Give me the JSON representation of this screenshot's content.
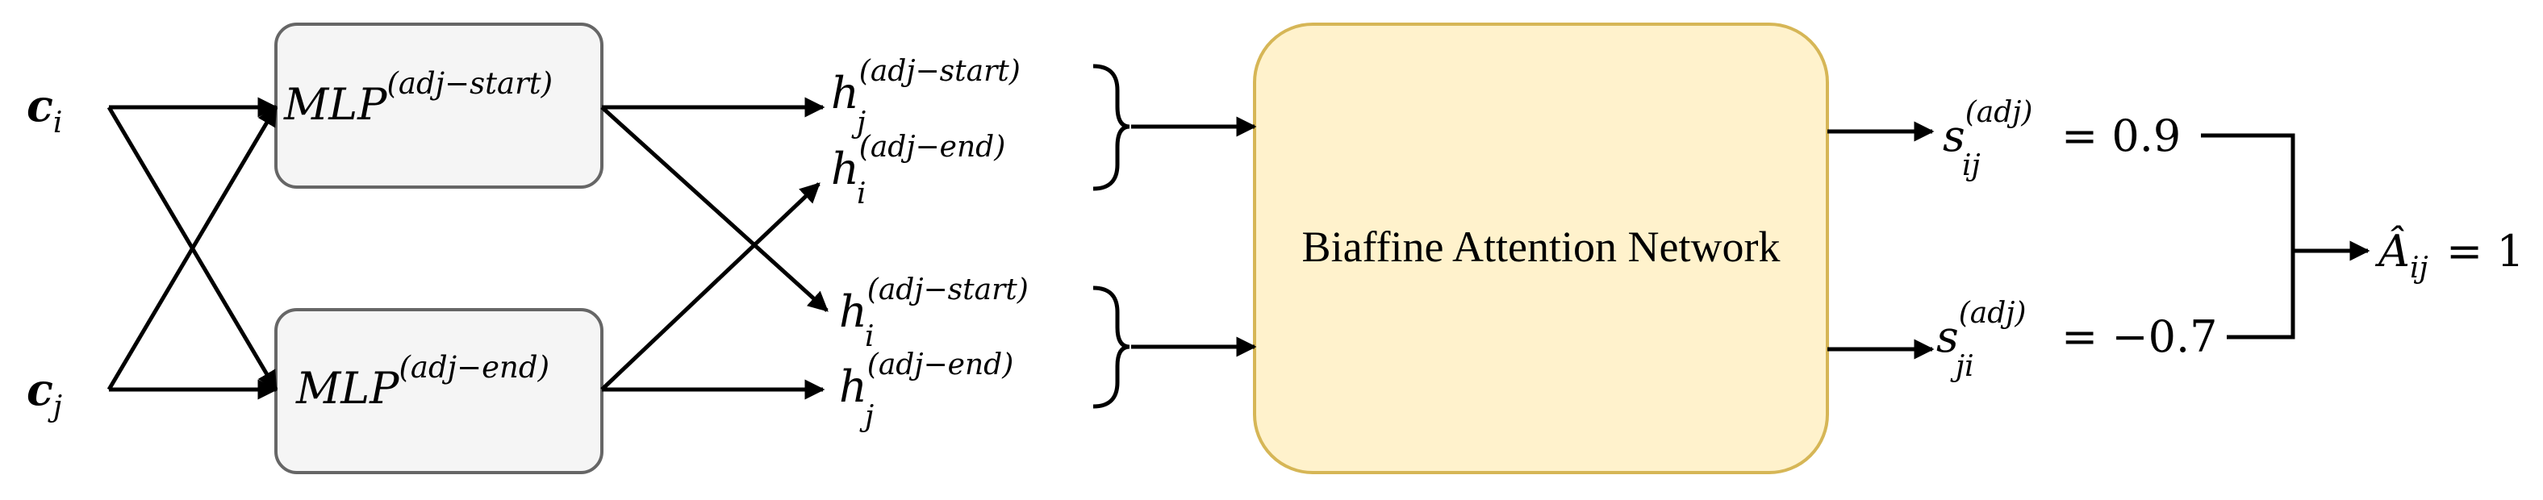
{
  "inputs": {
    "ci": {
      "base": "c",
      "sub": "i"
    },
    "cj": {
      "base": "c",
      "sub": "j"
    }
  },
  "mlps": {
    "start": {
      "base": "MLP",
      "sup": "(adj−start)"
    },
    "end": {
      "base": "MLP",
      "sup": "(adj−end)"
    }
  },
  "hidden": {
    "hj_start": {
      "base": "h",
      "sub": "j",
      "sup": "(adj−start)"
    },
    "hi_end": {
      "base": "h",
      "sub": "i",
      "sup": "(adj−end)"
    },
    "hi_start": {
      "base": "h",
      "sub": "i",
      "sup": "(adj−start)"
    },
    "hj_end": {
      "base": "h",
      "sub": "j",
      "sup": "(adj−end)"
    }
  },
  "biaffine": {
    "label": "Biaffine Attention Network"
  },
  "scores": {
    "s_ij": {
      "base": "s",
      "sub": "ij",
      "sup": "(adj)",
      "value": "= 0.9"
    },
    "s_ji": {
      "base": "s",
      "sub": "ji",
      "sup": "(adj)",
      "value": "= −0.7"
    }
  },
  "output": {
    "base": "Â",
    "sub": "ij",
    "value": "= 1"
  },
  "colors": {
    "mlp_fill": "#f5f5f5",
    "mlp_stroke": "#666666",
    "biaffine_fill": "#fff2cc",
    "biaffine_stroke": "#d6b656",
    "line": "#000000"
  }
}
